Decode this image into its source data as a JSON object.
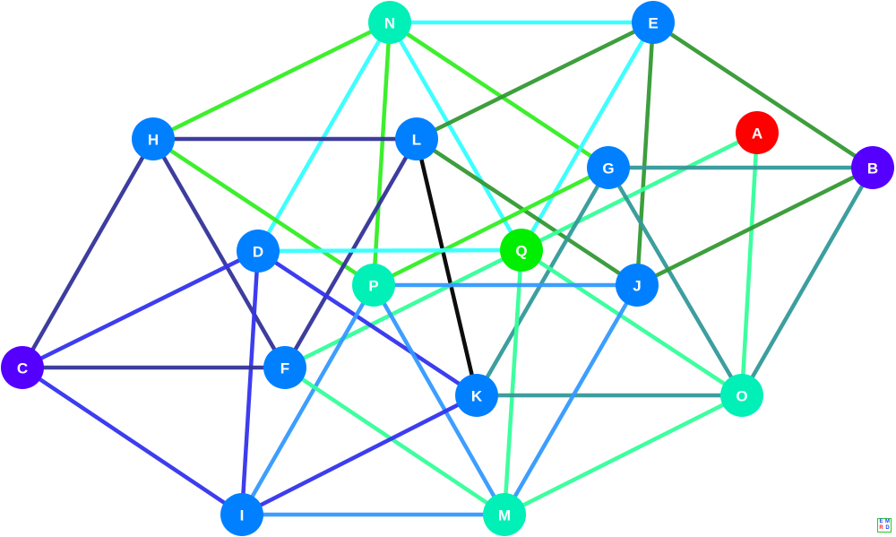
{
  "nodes": [
    {
      "id": "N",
      "color": "#00f0b8"
    },
    {
      "id": "E",
      "color": "#0080ff"
    },
    {
      "id": "H",
      "color": "#0080ff"
    },
    {
      "id": "L",
      "color": "#0080ff"
    },
    {
      "id": "A",
      "color": "#ff0000"
    },
    {
      "id": "G",
      "color": "#0080ff"
    },
    {
      "id": "B",
      "color": "#5500ff"
    },
    {
      "id": "D",
      "color": "#0080ff"
    },
    {
      "id": "Q",
      "color": "#00ee00"
    },
    {
      "id": "P",
      "color": "#00f0b8"
    },
    {
      "id": "J",
      "color": "#0080ff"
    },
    {
      "id": "C",
      "color": "#5500ff"
    },
    {
      "id": "F",
      "color": "#0080ff"
    },
    {
      "id": "K",
      "color": "#0080ff"
    },
    {
      "id": "O",
      "color": "#00f0b8"
    },
    {
      "id": "I",
      "color": "#0080ff"
    },
    {
      "id": "M",
      "color": "#00f0b8"
    }
  ],
  "edges": [
    [
      "N",
      "E",
      "#33ffff"
    ],
    [
      "N",
      "H",
      "#33ee22"
    ],
    [
      "N",
      "P",
      "#33ee22"
    ],
    [
      "N",
      "Q",
      "#33ffff"
    ],
    [
      "N",
      "G",
      "#33ee22"
    ],
    [
      "N",
      "D",
      "#33ffff"
    ],
    [
      "E",
      "L",
      "#339933"
    ],
    [
      "E",
      "B",
      "#339933"
    ],
    [
      "E",
      "J",
      "#339933"
    ],
    [
      "E",
      "Q",
      "#33ffff"
    ],
    [
      "H",
      "L",
      "#333399"
    ],
    [
      "H",
      "C",
      "#333399"
    ],
    [
      "H",
      "F",
      "#333399"
    ],
    [
      "H",
      "P",
      "#33ee22"
    ],
    [
      "L",
      "F",
      "#333399"
    ],
    [
      "L",
      "K",
      "#000000"
    ],
    [
      "L",
      "J",
      "#339933"
    ],
    [
      "A",
      "F",
      "#33ff99"
    ],
    [
      "A",
      "O",
      "#33ff99"
    ],
    [
      "G",
      "P",
      "#33ee22"
    ],
    [
      "G",
      "B",
      "#339999"
    ],
    [
      "G",
      "K",
      "#339999"
    ],
    [
      "G",
      "O",
      "#339999"
    ],
    [
      "B",
      "J",
      "#339933"
    ],
    [
      "B",
      "O",
      "#339999"
    ],
    [
      "D",
      "Q",
      "#33ffff"
    ],
    [
      "D",
      "C",
      "#3333ee"
    ],
    [
      "D",
      "I",
      "#3333ee"
    ],
    [
      "D",
      "K",
      "#3333ee"
    ],
    [
      "Q",
      "M",
      "#33ff99"
    ],
    [
      "Q",
      "O",
      "#33ff99"
    ],
    [
      "P",
      "J",
      "#3399ff"
    ],
    [
      "P",
      "I",
      "#3399ff"
    ],
    [
      "P",
      "M",
      "#3399ff"
    ],
    [
      "C",
      "F",
      "#333399"
    ],
    [
      "C",
      "I",
      "#3333ee"
    ],
    [
      "F",
      "M",
      "#33ff99"
    ],
    [
      "K",
      "I",
      "#3333ee"
    ],
    [
      "K",
      "O",
      "#339999"
    ],
    [
      "J",
      "M",
      "#3399ff"
    ],
    [
      "I",
      "M",
      "#3399ff"
    ],
    [
      "O",
      "M",
      "#33ff99"
    ]
  ],
  "logo": {
    "letters": [
      "E",
      "M",
      "R",
      "D"
    ]
  }
}
